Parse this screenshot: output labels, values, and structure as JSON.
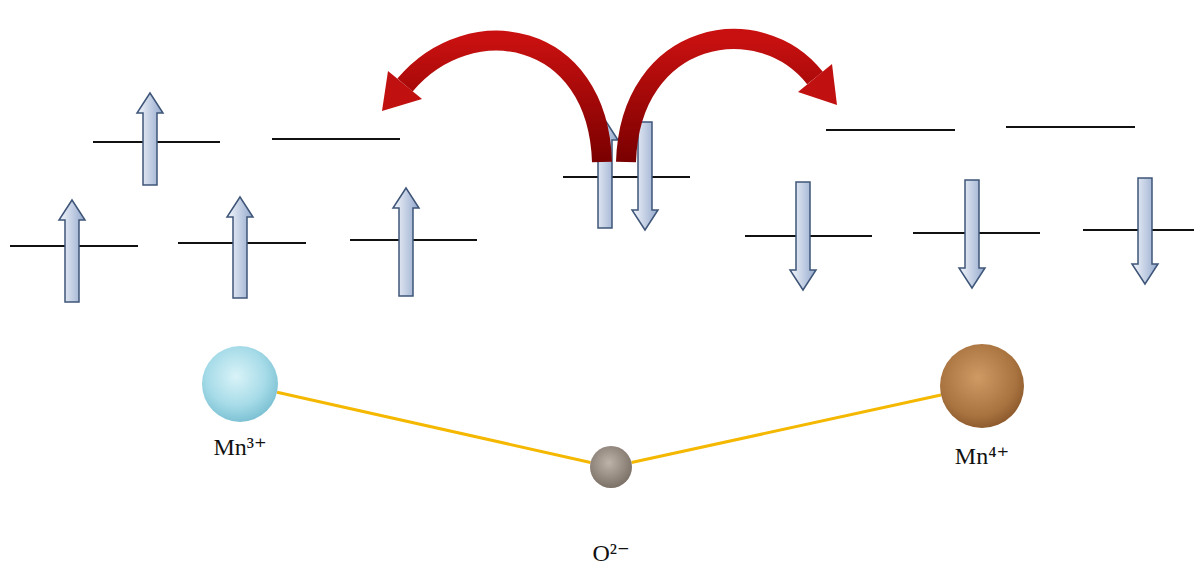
{
  "diagram": {
    "nodes": [
      {
        "text": [
          "Mn³⁺"
        ]
      },
      {
        "text": [
          "O²⁻"
        ]
      },
      {
        "text": [
          "Mn⁴⁺"
        ]
      }
    ],
    "edges": [
      {
        "from": 0,
        "to": 1,
        "arrow": "none"
      },
      {
        "from": 1,
        "to": 2,
        "arrow": "none"
      }
    ]
  }
}
